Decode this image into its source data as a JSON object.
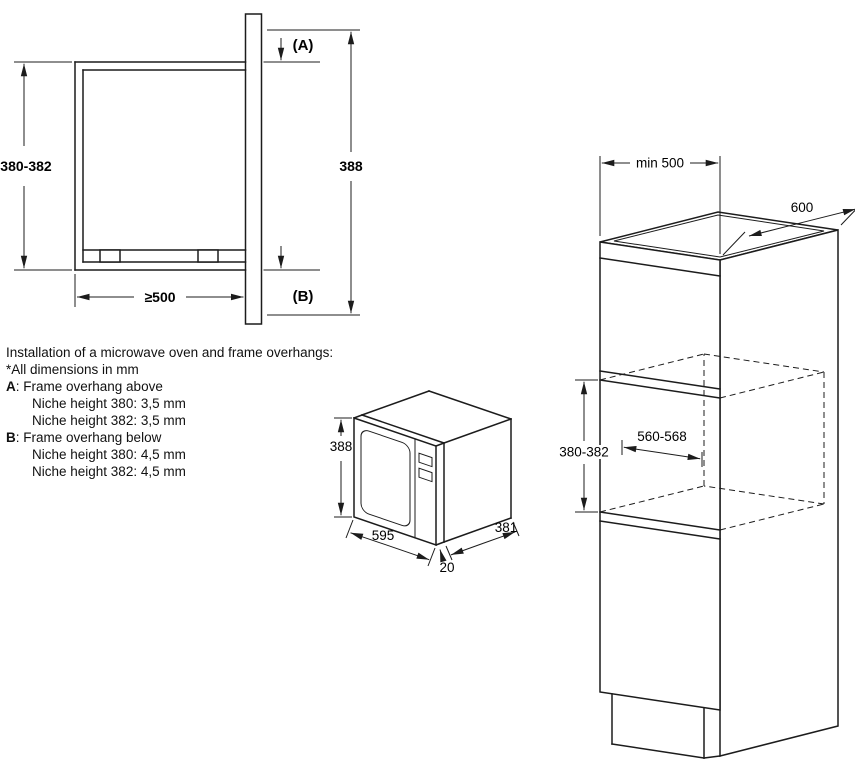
{
  "section_view": {
    "niche_height": "380-382",
    "frame_height": "388",
    "niche_width": "≥500",
    "overhang_above": "(A)",
    "overhang_below": "(B)"
  },
  "notes": {
    "line1": "Installation of a microwave oven and frame overhangs:",
    "line2": "*All dimensions in mm",
    "item_a": {
      "prefix": "A",
      "label": ": Frame overhang above",
      "rows": [
        "Niche height 380: 3,5 mm",
        "Niche height 382: 3,5 mm"
      ]
    },
    "item_b": {
      "prefix": "B",
      "label": ": Frame overhang below",
      "rows": [
        "Niche height 380: 4,5 mm",
        "Niche height 382: 4,5 mm"
      ]
    }
  },
  "oven_view": {
    "height": "388",
    "width": "595",
    "depth": "381",
    "frame_thickness": "20"
  },
  "cabinet_view": {
    "width": "min 500",
    "depth": "600",
    "niche_width": "560-568",
    "niche_height": "380-382"
  }
}
